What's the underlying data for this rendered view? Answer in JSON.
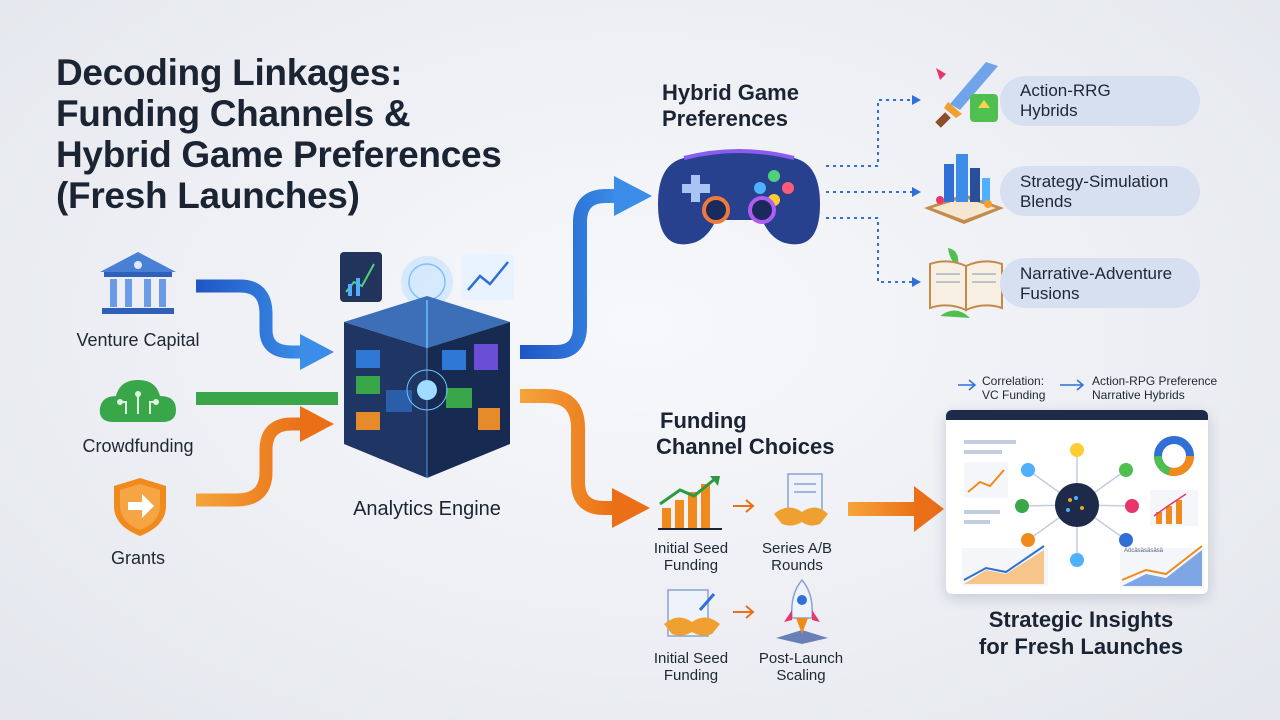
{
  "title": {
    "line1": "Decoding Linkages:",
    "line2": "Funding Channels &",
    "line3": "Hybrid Game Preferences",
    "line4": "(Fresh Launches)"
  },
  "sources": [
    {
      "label": "Venture Capital",
      "icon": "bank-icon",
      "color": "#2f6fd6"
    },
    {
      "label": "Crowdfunding",
      "icon": "cloud-network-icon",
      "color": "#3aa64a"
    },
    {
      "label": "Grants",
      "icon": "shield-arrow-icon",
      "color": "#f08a1c"
    }
  ],
  "engine": {
    "label": "Analytics Engine",
    "icon": "data-cube-icon"
  },
  "hybrid": {
    "title_line1": "Hybrid Game",
    "title_line2": "Preferences",
    "icon": "gamepad-icon",
    "items": [
      {
        "line1": "Action-RRG",
        "line2": "Hybrids",
        "icon": "sword-icon"
      },
      {
        "line1": "Strategy-Simulation",
        "line2": "Blends",
        "icon": "chess-city-icon"
      },
      {
        "line1": "Narrative-Adventure",
        "line2": "Fusions",
        "icon": "open-book-icon"
      }
    ]
  },
  "funding": {
    "title_line1": "Funding",
    "title_line2": "Channel Choices",
    "steps": [
      {
        "line1": "Initial Seed",
        "line2": "Funding",
        "icon": "growth-chart-icon"
      },
      {
        "line1": "Series A/B",
        "line2": "Rounds",
        "icon": "handshake-document-icon"
      },
      {
        "line1": "Initial Seed",
        "line2": "Funding",
        "icon": "handshake-icon"
      },
      {
        "line1": "Post-Launch",
        "line2": "Scaling",
        "icon": "rocket-icon"
      }
    ]
  },
  "correlation": {
    "line1": "Correlation:",
    "line2": "VC Funding",
    "line3": "Actioп-RPG Preference",
    "line4": "Narrative Hybrids"
  },
  "insights": {
    "line1": "Strategic Insights",
    "line2": "for Fresh Launches",
    "dashboard_caption": "Äöcäsäsäsäsä"
  },
  "colors": {
    "blue": "#2f6fd6",
    "green": "#3aa64a",
    "orange": "#f08a1c",
    "dark": "#1b2433"
  }
}
